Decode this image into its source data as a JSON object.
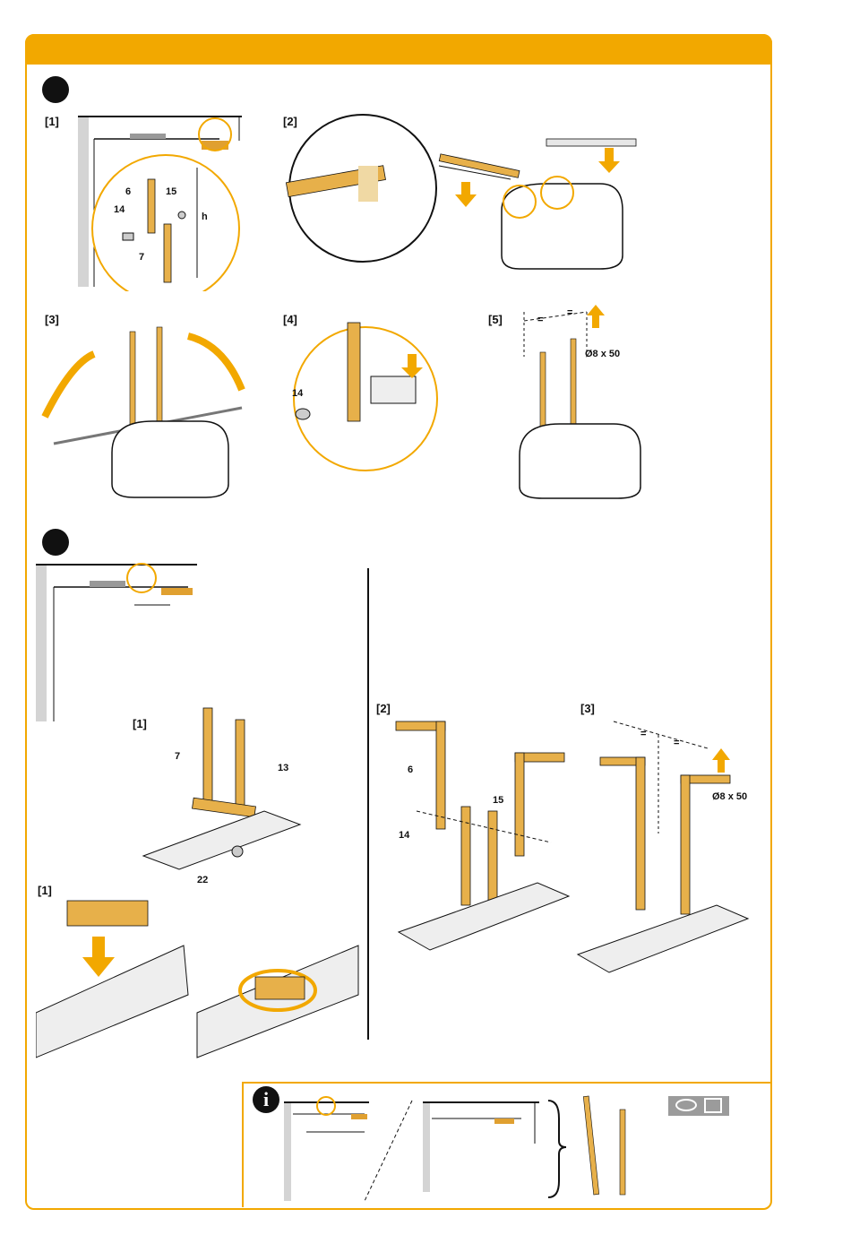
{
  "header": {
    "accent_color": "#f2a800"
  },
  "section_a": {
    "step1": {
      "label": "[1]",
      "parts": {
        "p6": "6",
        "p15": "15",
        "p14": "14",
        "p7": "7",
        "dim": "h"
      }
    },
    "step2": {
      "label": "[2]"
    },
    "step3": {
      "label": "[3]"
    },
    "step4": {
      "label": "[4]",
      "parts": {
        "p14": "14"
      }
    },
    "step5": {
      "label": "[5]",
      "eq_left": "=",
      "eq_right": "=",
      "anchor": "Ø8 x 50"
    }
  },
  "section_b": {
    "step1_top": {
      "label": "[1]",
      "parts": {
        "p7": "7",
        "p13": "13",
        "p22": "22"
      }
    },
    "step1_bottom": {
      "label": "[1]"
    },
    "step2": {
      "label": "[2]",
      "parts": {
        "p6": "6",
        "p15": "15",
        "p14": "14"
      }
    },
    "step3": {
      "label": "[3]",
      "eq_left": "=",
      "eq_right": "=",
      "anchor": "Ø8 x 50"
    }
  },
  "info": {
    "icon_glyph": "i"
  }
}
